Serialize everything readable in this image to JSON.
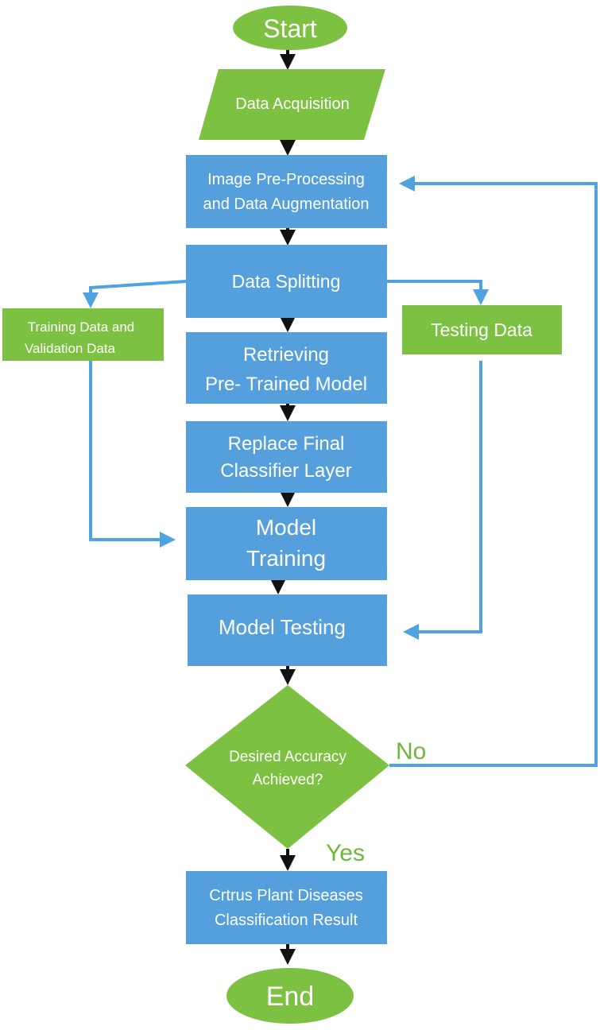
{
  "colors": {
    "green": "#7cc142",
    "blue": "#55a0dc",
    "flow_blue": "#4ea3e0",
    "arrow_black": "#111111",
    "label_green": "#6cb93a",
    "text": "#ffffff"
  },
  "nodes": {
    "start": {
      "shape": "terminal",
      "lines": [
        "Start"
      ]
    },
    "data_acquisition": {
      "shape": "parallelogram",
      "lines": [
        "Data Acquisition"
      ]
    },
    "preprocessing": {
      "shape": "process",
      "lines": [
        "Image Pre-Processing",
        "and Data Augmentation"
      ]
    },
    "data_splitting": {
      "shape": "process",
      "lines": [
        "Data Splitting"
      ]
    },
    "training_validation_data": {
      "shape": "data",
      "lines": [
        "Training Data and",
        "Validation Data"
      ]
    },
    "testing_data": {
      "shape": "data",
      "lines": [
        "Testing Data"
      ]
    },
    "retrieving_model": {
      "shape": "process",
      "lines": [
        "Retrieving",
        "Pre- Trained Model"
      ]
    },
    "replace_classifier": {
      "shape": "process",
      "lines": [
        "Replace Final",
        "Classifier Layer"
      ]
    },
    "model_training": {
      "shape": "process",
      "lines": [
        "Model",
        "Training"
      ]
    },
    "model_testing": {
      "shape": "process",
      "lines": [
        "Model Testing"
      ]
    },
    "decision": {
      "shape": "decision",
      "lines": [
        "Desired Accuracy",
        "Achieved?"
      ]
    },
    "result": {
      "shape": "process",
      "lines": [
        "Crtrus Plant Diseases",
        "Classification Result"
      ]
    },
    "end": {
      "shape": "terminal",
      "lines": [
        "End"
      ]
    }
  },
  "edge_labels": {
    "no": "No",
    "yes": "Yes"
  },
  "edges": [
    {
      "from": "start",
      "to": "data_acquisition"
    },
    {
      "from": "data_acquisition",
      "to": "preprocessing"
    },
    {
      "from": "preprocessing",
      "to": "data_splitting"
    },
    {
      "from": "data_splitting",
      "to": "retrieving_model"
    },
    {
      "from": "retrieving_model",
      "to": "replace_classifier"
    },
    {
      "from": "replace_classifier",
      "to": "model_training"
    },
    {
      "from": "model_training",
      "to": "model_testing"
    },
    {
      "from": "model_testing",
      "to": "decision"
    },
    {
      "from": "decision",
      "to": "result",
      "label": "Yes"
    },
    {
      "from": "result",
      "to": "end"
    },
    {
      "from": "data_splitting",
      "to": "training_validation_data"
    },
    {
      "from": "data_splitting",
      "to": "testing_data"
    },
    {
      "from": "training_validation_data",
      "to": "model_training"
    },
    {
      "from": "testing_data",
      "to": "model_testing"
    },
    {
      "from": "decision",
      "to": "preprocessing",
      "label": "No"
    }
  ]
}
